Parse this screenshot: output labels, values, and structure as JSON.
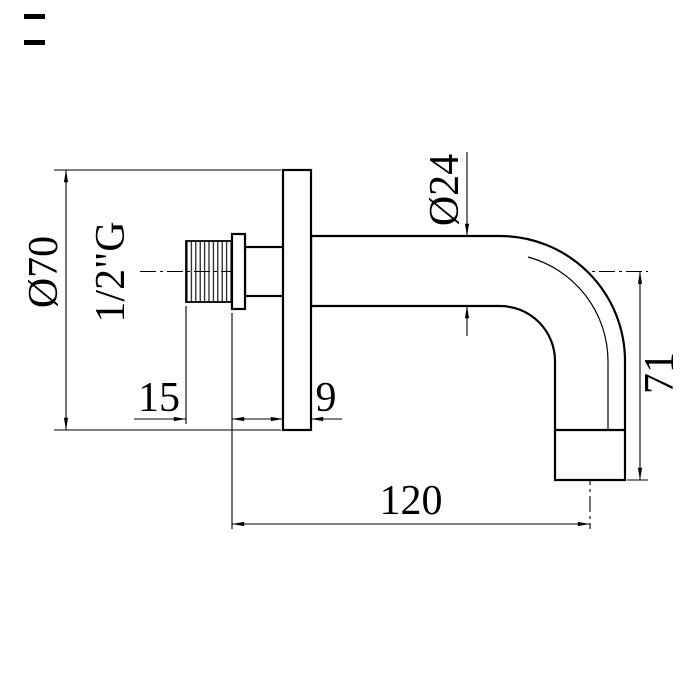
{
  "drawing": {
    "dimensions": {
      "flange_diameter": "Ø70",
      "thread_size": "1/2\"G",
      "tube_diameter": "Ø24",
      "thread_length": "15",
      "flange_thickness": "9",
      "reach": "120",
      "drop": "71"
    },
    "colors": {
      "line": "#000000",
      "background": "#ffffff"
    }
  }
}
